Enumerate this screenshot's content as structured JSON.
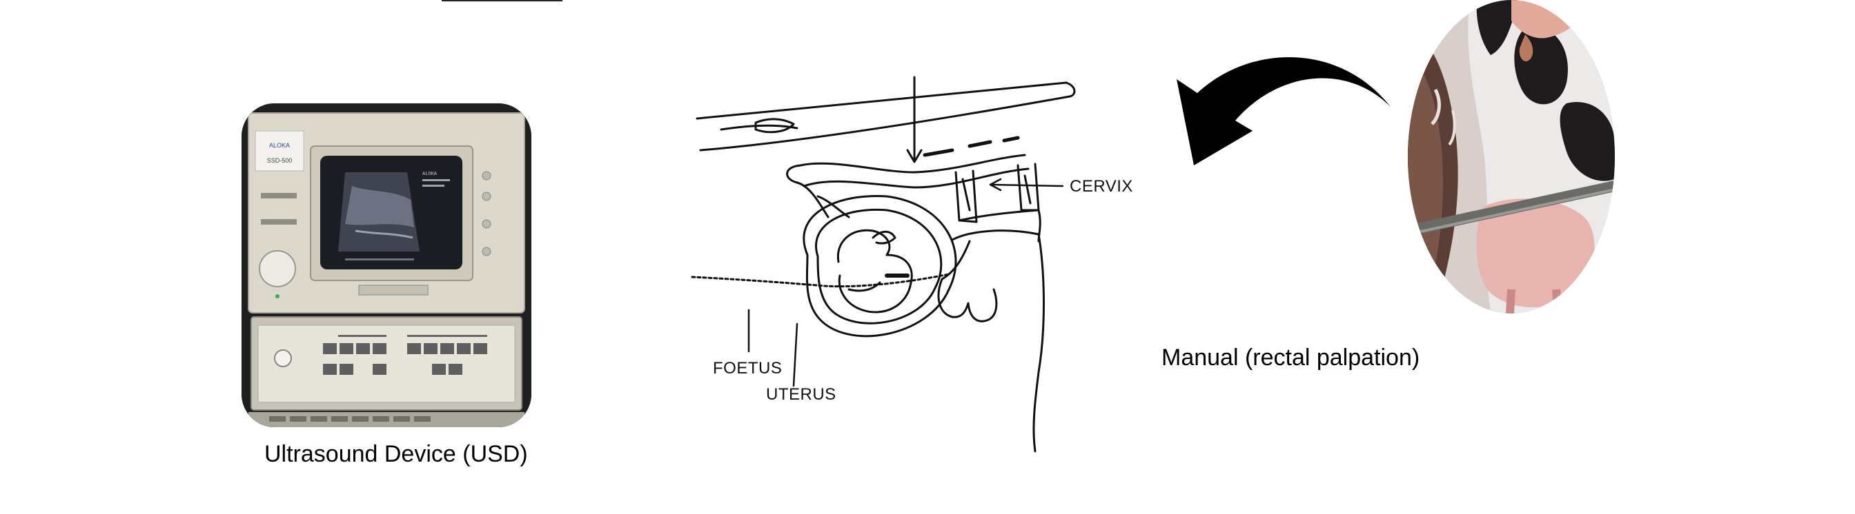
{
  "captions": {
    "ultrasound": "Ultrasound Device (USD)",
    "manual": "Manual (rectal palpation)"
  },
  "diagram": {
    "cervix_label": "CERVIX",
    "foetus_label": "FOETUS",
    "uterus_label": "UTERUS"
  },
  "ultrasound_device": {
    "brand": "ALOKA",
    "model": "SSD-500"
  },
  "colors": {
    "device_body": "#dcd8cc",
    "screen": "#1a1d22",
    "arrow": "#000000",
    "cow_white": "#e9e6e6",
    "cow_black": "#1d1b1c"
  }
}
